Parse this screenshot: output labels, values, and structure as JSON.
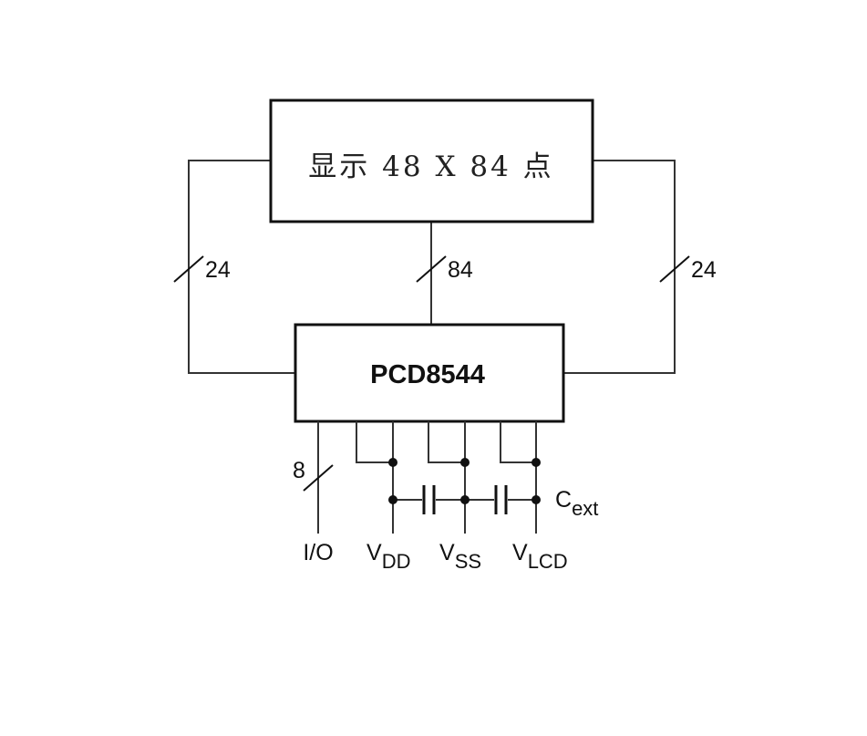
{
  "display": {
    "label": "显示 48 X 84 点"
  },
  "chip": {
    "label": "PCD8544"
  },
  "buses": {
    "left": "24",
    "middle": "84",
    "right": "24",
    "io": "8"
  },
  "pins": {
    "io": "I/O",
    "vdd": {
      "main": "V",
      "sub": "DD"
    },
    "vss": {
      "main": "V",
      "sub": "SS"
    },
    "vlcd": {
      "main": "V",
      "sub": "LCD"
    }
  },
  "capacitor": {
    "main": "C",
    "sub": "ext"
  }
}
